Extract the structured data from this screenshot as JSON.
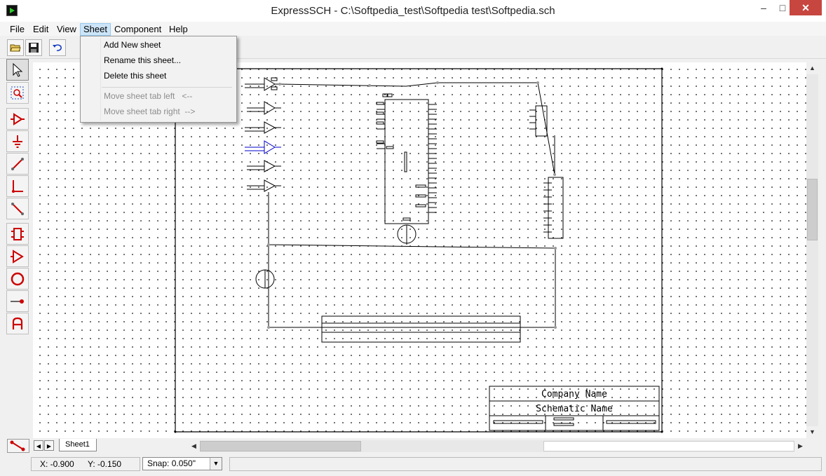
{
  "window": {
    "title": "ExpressSCH - C:\\Softpedia_test\\Softpedia test\\Softpedia.sch",
    "icons": [
      "app-icon",
      "minimize-icon",
      "maximize-icon",
      "close-icon"
    ]
  },
  "menu": {
    "items": [
      "File",
      "Edit",
      "View",
      "Sheet",
      "Component",
      "Help"
    ],
    "active": "Sheet"
  },
  "sheet_menu": {
    "items": [
      {
        "label": "Add New sheet",
        "enabled": true
      },
      {
        "label": "Rename this sheet...",
        "enabled": true
      },
      {
        "label": "Delete this sheet",
        "enabled": true
      },
      {
        "label": "Move sheet tab left   <--",
        "enabled": false
      },
      {
        "label": "Move sheet tab right  -->",
        "enabled": false
      }
    ]
  },
  "toolbar": {
    "icons": [
      "open-folder-icon",
      "save-icon",
      "undo-icon"
    ]
  },
  "tools": {
    "icons": [
      "select-arrow-icon",
      "zoom-region-icon",
      "buffer-icon",
      "ground-icon",
      "wire-icon",
      "corner-wire-icon",
      "line-icon",
      "component-icon",
      "triangle-icon",
      "circle-icon",
      "pin-icon",
      "text-icon"
    ]
  },
  "schematic": {
    "company_name": "Company Name",
    "schematic_name": "Schematic Name"
  },
  "tabs": {
    "sheets": [
      "Sheet1"
    ]
  },
  "status": {
    "x": "X: -0.900",
    "y": "Y: -0.150",
    "snap": "Snap:  0.050\""
  },
  "colors": {
    "accent": "#cc0000",
    "menu_highlight": "#cce4f7",
    "close_button": "#c7463f",
    "selected_wire": "#0000cc"
  }
}
